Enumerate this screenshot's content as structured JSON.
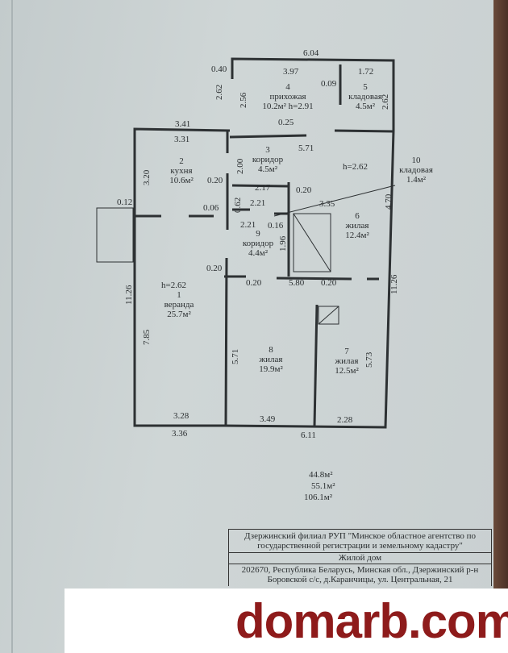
{
  "rooms": [
    {
      "num": "1",
      "name": "веранда",
      "area": "25.7м²"
    },
    {
      "num": "2",
      "name": "кухня",
      "area": "10.6м²"
    },
    {
      "num": "3",
      "name": "коридор",
      "area": "4.5м²"
    },
    {
      "num": "4",
      "name": "прихожая",
      "area": "10.2м² h=2.91"
    },
    {
      "num": "5",
      "name": "кладовая",
      "area": "4.5м²"
    },
    {
      "num": "6",
      "name": "жилая",
      "area": "12.4м²"
    },
    {
      "num": "7",
      "name": "жилая",
      "area": "12.5м²"
    },
    {
      "num": "8",
      "name": "жилая",
      "area": "19.9м²"
    },
    {
      "num": "9",
      "name": "коридор",
      "area": "4.4м²"
    },
    {
      "num": "10",
      "name": "кладовая",
      "area": "1.4м²"
    }
  ],
  "dims": [
    "6.04",
    "0.40",
    "3.97",
    "1.72",
    "2.62",
    "2.56",
    "0.09",
    "2.62",
    "3.41",
    "0.25",
    "3.31",
    "5.71",
    "3.20",
    "0.20",
    "2.00",
    "h=2.62",
    "2.17",
    "0.20",
    "0.12",
    "2.21",
    "0.62",
    "3.35",
    "4.70",
    "0.06",
    "2.21",
    "0.16",
    "1.96",
    "0.20",
    "0.20",
    "5.80",
    "0.20",
    "11.26",
    "h=2.62",
    "11.26",
    "7.85",
    "5.71",
    "5.73",
    "3.28",
    "3.49",
    "2.28",
    "3.36",
    "6.11"
  ],
  "totals": [
    "44.8м²",
    "55.1м²",
    "106.1м²"
  ],
  "info": {
    "org": "Дзержинский филиал РУП \"Минское областное агентство по государственной регистрации и земельному кадастру\"",
    "object": "Жилой дом",
    "address": "202670, Республика Беларусь, Минская обл., Дзержинский р-н Боровской с/с, д.Каранчицы, ул. Центральная, 21"
  },
  "watermark": "domarb.com"
}
